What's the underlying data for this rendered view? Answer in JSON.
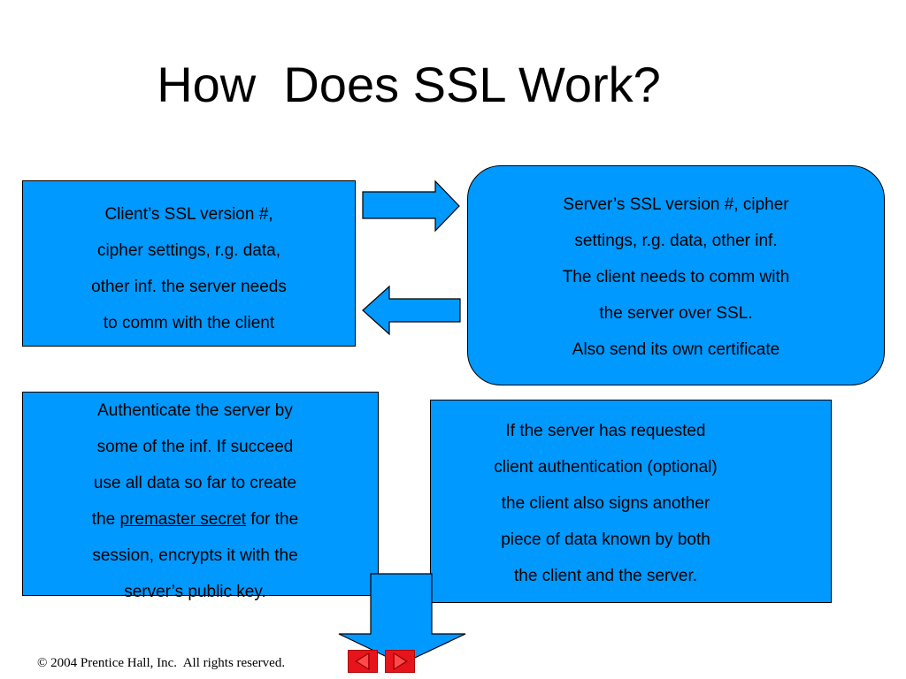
{
  "slide": {
    "title": "How  Does SSL Work?"
  },
  "box_client": {
    "lines": [
      "Client’s SSL version #,",
      "cipher settings, r.g. data,",
      "other inf. the server needs",
      "to comm with the client"
    ]
  },
  "box_server": {
    "lines": [
      "Server’s SSL version #, cipher",
      "settings, r.g. data, other inf.",
      "The client needs to comm with",
      "the server over SSL.",
      "Also send its own certificate"
    ]
  },
  "box_authenticate": {
    "line1": "Authenticate the server by",
    "line2": "some of the inf. If succeed",
    "line3": "use all data so far to create",
    "line4_prefix": "the ",
    "line4_link": "premaster secret",
    "line4_suffix": " for the",
    "line5": "session, encrypts it with the",
    "line6": "server’s public key."
  },
  "box_client_auth": {
    "lines": [
      "If the server has requested",
      "client authentication (optional)",
      "the client also signs another",
      "piece of data known by both",
      "the client and the server."
    ]
  },
  "footer": {
    "text": "© 2004 Prentice Hall, Inc.  All rights reserved."
  },
  "colors": {
    "box_fill": "#0099ff",
    "arrow_fill": "#0099ff",
    "nav_button": "#e8141c"
  },
  "icons": {
    "right_arrow": "arrow-right-icon",
    "left_arrow": "arrow-left-icon",
    "down_arrow": "arrow-down-icon",
    "nav_prev": "triangle-left-icon",
    "nav_next": "triangle-right-icon"
  }
}
